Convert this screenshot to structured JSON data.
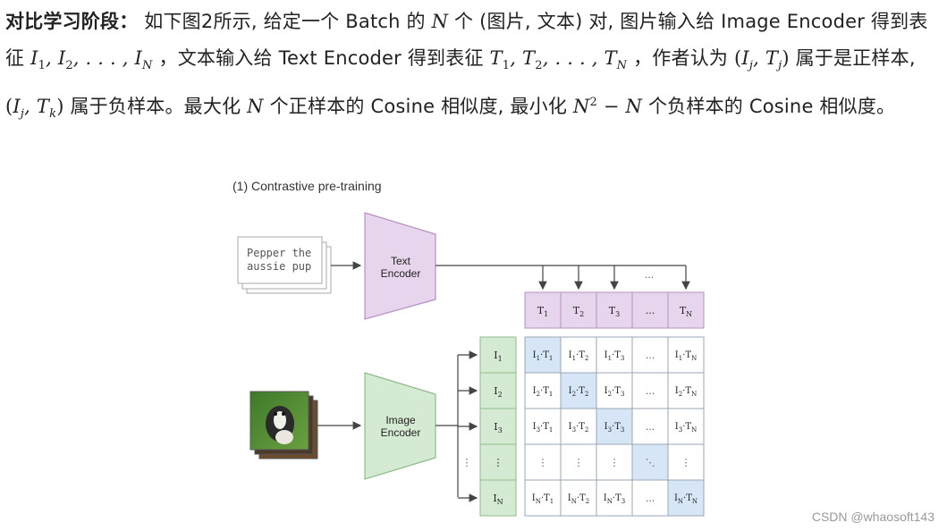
{
  "paragraph": {
    "heading": "对比学习阶段：",
    "s1": " 如下图2所示, 给定一个 Batch 的 ",
    "N": "N",
    "s2": " 个 (图片, 文本) 对, 图片输入给 Image Encoder 得到表征 ",
    "s3": " ，文本输入给 Text Encoder 得到表征 ",
    "s4": " ，作者认为 ",
    "s5": " 属于是正样本, ",
    "s6": " 属于负样本。最大化 ",
    "s7": " 个正样本的 Cosine 相似度, 最小化 ",
    "s8": " 个负样本的 Cosine 相似度。",
    "minus": " − ",
    "sq": "2"
  },
  "figure": {
    "title": "(1) Contrastive pre-training",
    "text_input": [
      "Pepper the",
      "aussie pup"
    ],
    "text_encoder": [
      "Text",
      "Encoder"
    ],
    "image_encoder": [
      "Image",
      "Encoder"
    ],
    "text_tokens": [
      "T1",
      "T2",
      "T3",
      "...",
      "TN"
    ],
    "image_tokens": [
      "I1",
      "I2",
      "I3",
      "⋮",
      "IN"
    ],
    "ellipsis": "...",
    "colors": {
      "text_encoder_fill": "#e6d5ec",
      "text_encoder_stroke": "#b591c2",
      "image_encoder_fill": "#d5ead3",
      "image_encoder_stroke": "#8fbc8a",
      "diag_fill": "#d6e6f7",
      "grid_stroke": "#9aa7b4"
    }
  },
  "watermark": "CSDN @whaosoft143"
}
